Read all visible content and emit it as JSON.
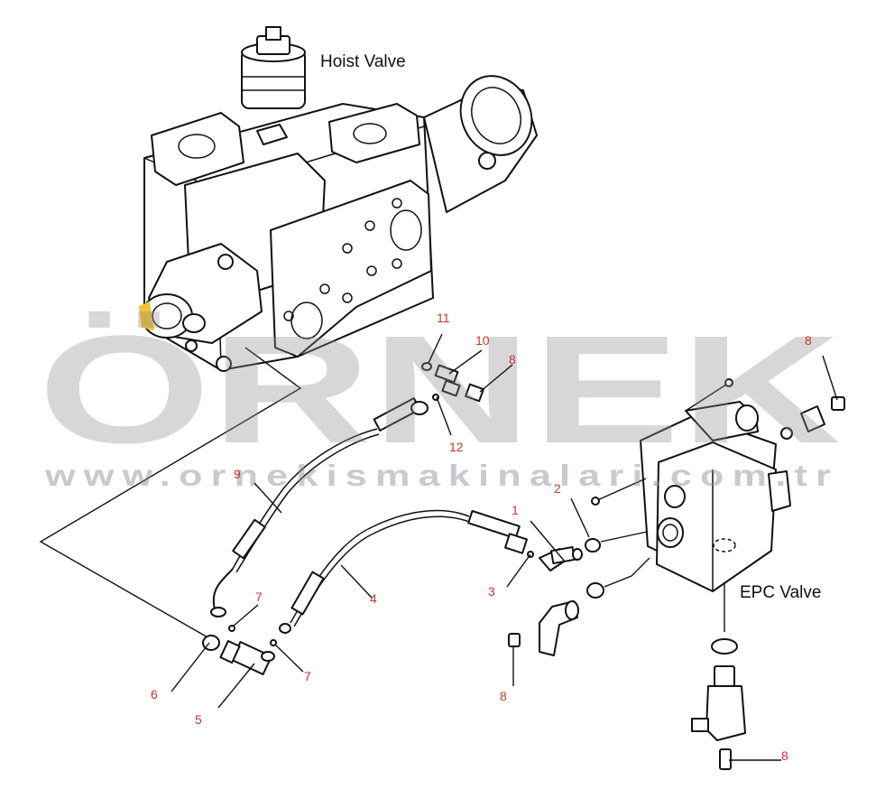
{
  "labels": {
    "hoist_valve": "Hoist Valve",
    "epc_valve": "EPC Valve"
  },
  "watermark": {
    "brand": "ÖRNEK",
    "url": "www.ornekismakinalari.com.tr"
  },
  "callouts": {
    "c1": "1",
    "c2": "2",
    "c3": "3",
    "c4": "4",
    "c5": "5",
    "c6": "6",
    "c7a": "7",
    "c7b": "7",
    "c8a": "8",
    "c8b": "8",
    "c8c": "8",
    "c8d": "8",
    "c9": "9",
    "c10": "10",
    "c11": "11",
    "c12": "12"
  },
  "colors": {
    "callout": "#c0392b",
    "line": "#111111",
    "watermark": "#8e8a93",
    "accent": "#f2c230"
  }
}
